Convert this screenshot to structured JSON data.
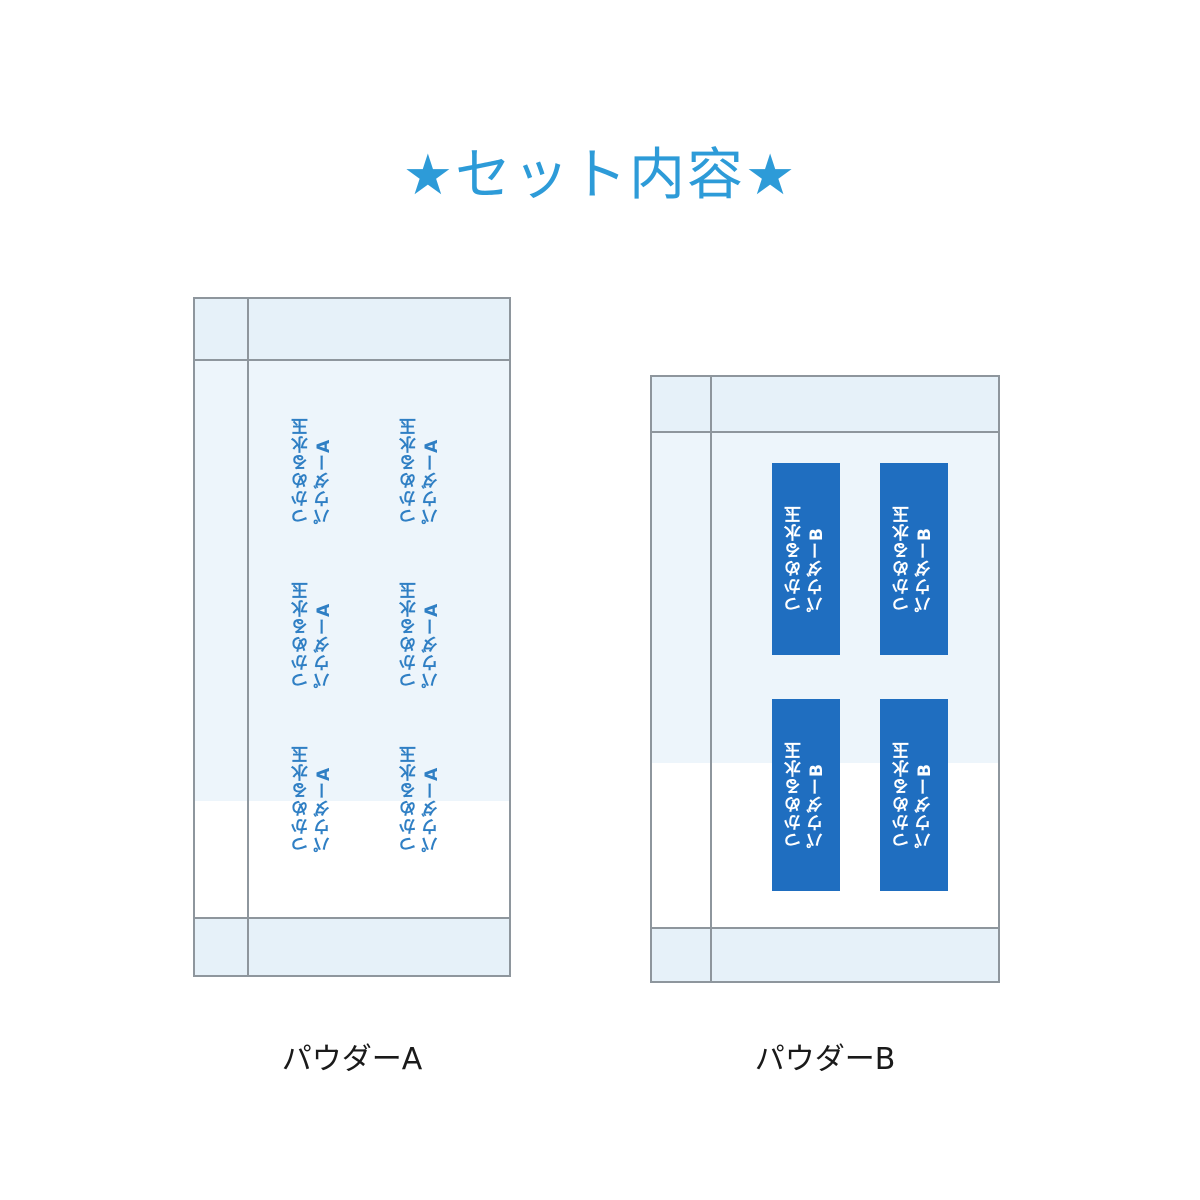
{
  "title": "★セット内容★",
  "colors": {
    "title": "#2d9bd8",
    "packet_tint": "#e6f1f9",
    "packet_border": "#8e969d",
    "label_a_text": "#2f7fc4",
    "label_b_bg": "#1f6ec0",
    "label_b_text": "#ffffff"
  },
  "packet_a": {
    "caption": "パウダーA",
    "labels": [
      {
        "line1": "つかめる水玉",
        "line2": "パウダーA"
      },
      {
        "line1": "つかめる水玉",
        "line2": "パウダーA"
      },
      {
        "line1": "つかめる水玉",
        "line2": "パウダーA"
      },
      {
        "line1": "つかめる水玉",
        "line2": "パウダーA"
      },
      {
        "line1": "つかめる水玉",
        "line2": "パウダーA"
      },
      {
        "line1": "つかめる水玉",
        "line2": "パウダーA"
      }
    ]
  },
  "packet_b": {
    "caption": "パウダーB",
    "labels": [
      {
        "line1": "つかめる水玉",
        "line2": "パウダーB"
      },
      {
        "line1": "つかめる水玉",
        "line2": "パウダーB"
      },
      {
        "line1": "つかめる水玉",
        "line2": "パウダーB"
      },
      {
        "line1": "つかめる水玉",
        "line2": "パウダーB"
      }
    ]
  }
}
